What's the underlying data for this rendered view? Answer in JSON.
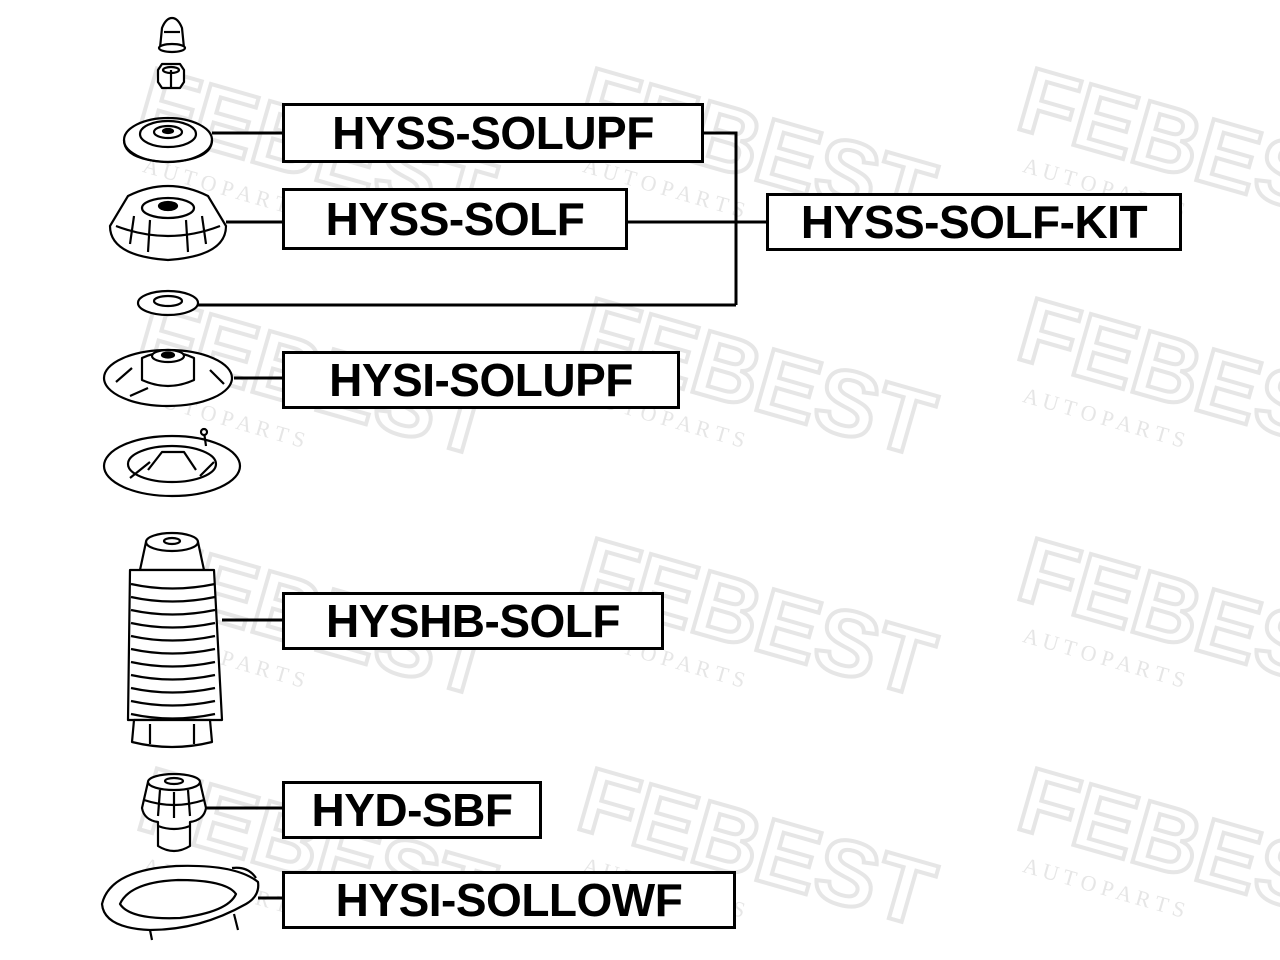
{
  "watermark": {
    "brand": "FEBEST",
    "tagline": "A U T O   P A R T S",
    "color": "#e6e6e6"
  },
  "parts": [
    {
      "id": "HYSS-SOLUPF",
      "label": "HYSS-SOLUPF"
    },
    {
      "id": "HYSS-SOLF",
      "label": "HYSS-SOLF"
    },
    {
      "id": "HYSS-SOLF-KIT",
      "label": "HYSS-SOLF-KIT"
    },
    {
      "id": "HYSI-SOLUPF",
      "label": "HYSI-SOLUPF"
    },
    {
      "id": "HYSHB-SOLF",
      "label": "HYSHB-SOLF"
    },
    {
      "id": "HYD-SBF",
      "label": "HYD-SBF"
    },
    {
      "id": "HYSI-SOLLOWF",
      "label": "HYSI-SOLLOWF"
    }
  ],
  "components": [
    {
      "name": "cap-nut-icon"
    },
    {
      "name": "nut-icon"
    },
    {
      "name": "upper-mount-plate-icon"
    },
    {
      "name": "strut-mount-icon"
    },
    {
      "name": "bearing-washer-icon"
    },
    {
      "name": "upper-spring-seat-icon"
    },
    {
      "name": "spring-seat-plate-icon"
    },
    {
      "name": "bellows-boot-icon"
    },
    {
      "name": "bump-stop-icon"
    },
    {
      "name": "lower-spring-seat-icon"
    }
  ]
}
